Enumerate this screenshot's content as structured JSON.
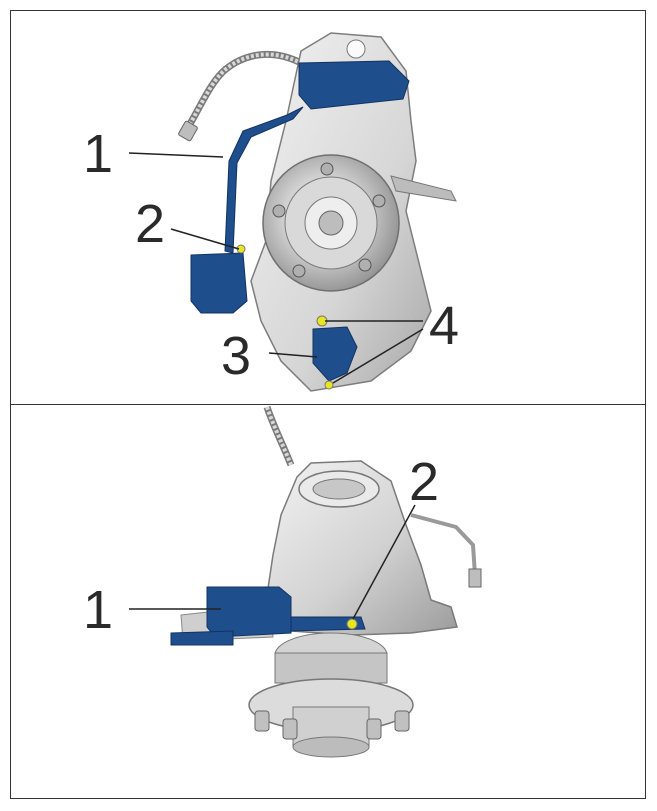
{
  "top_panel": {
    "callouts": [
      {
        "label": "1"
      },
      {
        "label": "2"
      },
      {
        "label": "3"
      },
      {
        "label": "4"
      }
    ]
  },
  "bottom_panel": {
    "callouts": [
      {
        "label": "1"
      },
      {
        "label": "2"
      }
    ]
  },
  "colors": {
    "shield_blue": "#1f4e8c",
    "marker_yellow": "#e8e620",
    "metal_light": "#e4e4e4",
    "metal_dark": "#9a9a9a",
    "frame": "#333333"
  }
}
